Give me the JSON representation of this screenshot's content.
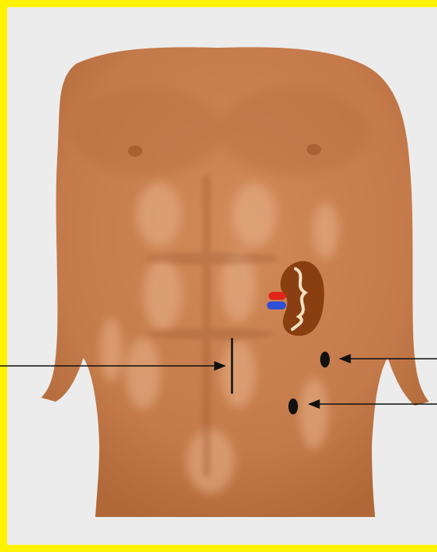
{
  "diagram": {
    "subject": "anterior-torso",
    "border_color": "#fff200",
    "background_color": "#ececec",
    "skin_color": "#c47a4a",
    "kidney_color": "#8a3f12",
    "artery_color": "#e2231a",
    "vein_color": "#2f4fd6",
    "ureter_color": "#f3dfc0",
    "marker_color": "#111111",
    "pointers": [
      {
        "id": "midline-incision-pointer",
        "target": "midline-incision"
      },
      {
        "id": "port-upper-pointer",
        "target": "port-upper"
      },
      {
        "id": "port-lower-pointer",
        "target": "port-lower"
      }
    ]
  }
}
